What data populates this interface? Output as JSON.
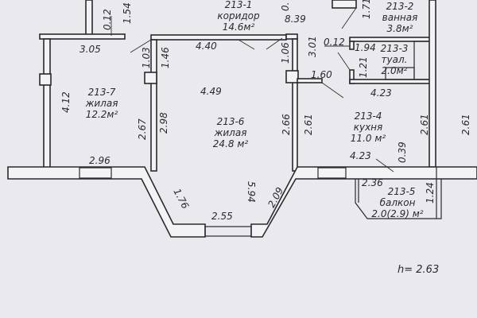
{
  "rooms": {
    "r1": {
      "id": "213-1",
      "name": "коридор",
      "area": "14.6м²"
    },
    "r2": {
      "id": "213-2",
      "name": "ванная",
      "area": "3.8м²"
    },
    "r3": {
      "id": "213-3",
      "name": "туал.",
      "area": "2.0м²"
    },
    "r4": {
      "id": "213-4",
      "name": "кухня",
      "area": "11.0 м²"
    },
    "r5": {
      "id": "213-5",
      "name": "балкон",
      "area": "2.0(2.9)  м²"
    },
    "r6": {
      "id": "213-6",
      "name": "жилая",
      "area": "24.8 м²"
    },
    "r7": {
      "id": "213-7",
      "name": "жилая",
      "area": "12.2м²"
    }
  },
  "dimensions": {
    "d012a": "0.12",
    "d154": "1.54",
    "d305": "3.05",
    "d103": "1.03",
    "d146": "1.46",
    "d440": "4.40",
    "d449": "4.49",
    "d412": "4.12",
    "d267": "2.67",
    "d298": "2.98",
    "d296": "2.96",
    "d839": "8.39",
    "d171": "1.71",
    "d106": "1.06",
    "d301": "3.01",
    "d012b": "0.12",
    "d194": "1.94",
    "d121": "1.21",
    "d160": "1.60",
    "d423a": "4.23",
    "d266": "2.66",
    "d261a": "2.61",
    "d261b": "2.61",
    "d261c": "2.61",
    "d039": "0.39",
    "d423b": "4.23",
    "d594": "5.94",
    "d176": "1.76",
    "d209": "2.09",
    "d255": "2.55",
    "d236": "2.36",
    "d124": "1.24",
    "d0top": "0."
  },
  "ceiling_height": "h= 2.63"
}
